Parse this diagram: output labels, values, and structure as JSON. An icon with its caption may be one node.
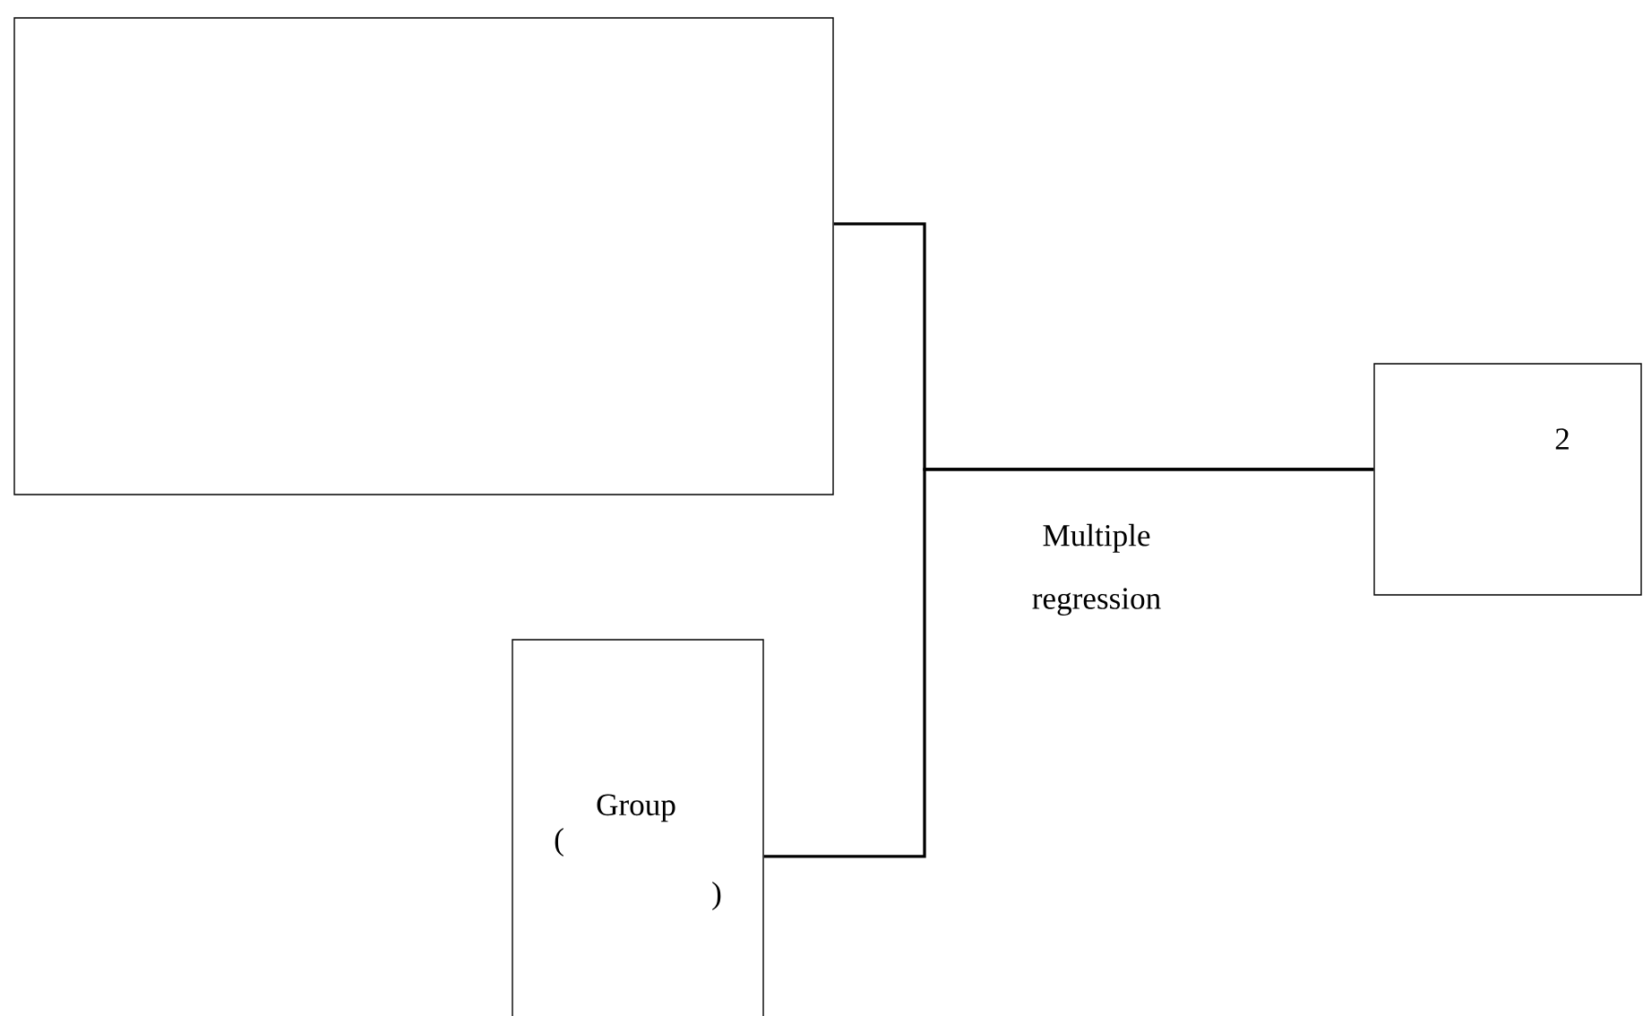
{
  "diagram": {
    "nodes": [
      {
        "text": [],
        "shape": "box"
      },
      {
        "text": [
          "2"
        ]
      },
      {
        "text": [
          "Group",
          "(",
          ")"
        ]
      }
    ],
    "edges": [
      {
        "from": 0,
        "to": 1,
        "arrow": "none"
      },
      {
        "from": 2,
        "to": 1,
        "arrow": "none"
      }
    ],
    "labels": [
      "Multiple regression"
    ]
  }
}
